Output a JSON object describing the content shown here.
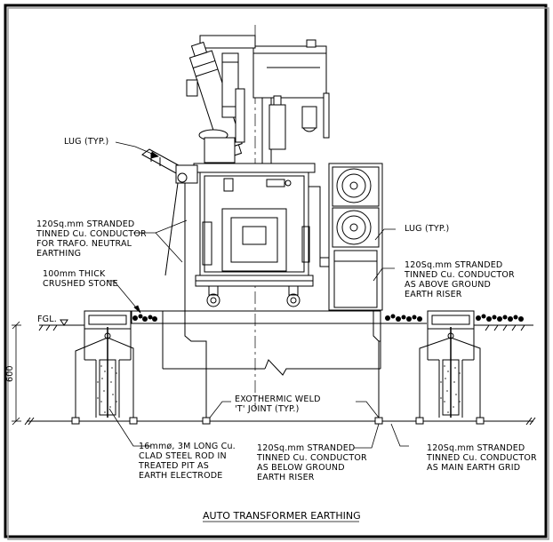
{
  "title": "AUTO TRANSFORMER EARTHING",
  "labels": {
    "lug_left": "LUG (TYP.)",
    "lug_right": "LUG (TYP.)",
    "neutral_cond": [
      "120Sq.mm STRANDED",
      "TINNED Cu. CONDUCTOR",
      "FOR TRAFO. NEUTRAL",
      "EARTHING"
    ],
    "crushed_stone": [
      "100mm THICK",
      "CRUSHED STONE"
    ],
    "above_riser": [
      "120Sq.mm STRANDED",
      "TINNED Cu. CONDUCTOR",
      "AS ABOVE GROUND",
      "EARTH RISER"
    ],
    "fgl": "FGL.",
    "dim_600": "600",
    "weld": [
      "EXOTHERMIC WELD",
      "'T' JOINT (TYP.)"
    ],
    "rod": [
      "16mmø, 3M LONG Cu.",
      "CLAD STEEL ROD IN",
      "TREATED PIT AS",
      "EARTH ELECTRODE"
    ],
    "below_riser": [
      "120Sq.mm STRANDED",
      "TINNED Cu. CONDUCTOR",
      "AS BELOW GROUND",
      "EARTH RISER"
    ],
    "main_grid": [
      "120Sq.mm STRANDED",
      "TINNED Cu. CONDUCTOR",
      "AS MAIN EARTH GRID"
    ]
  }
}
